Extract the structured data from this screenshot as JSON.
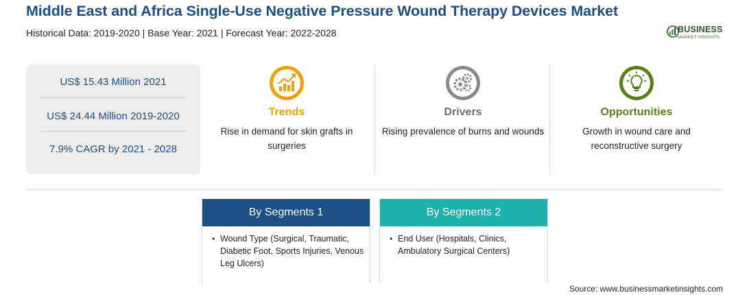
{
  "header": {
    "title": "Middle East and Africa Single-Use Negative Pressure Wound Therapy Devices Market",
    "subtitle": "Historical Data: 2019-2020 | Base Year: 2021 | Forecast Year: 2022-2028"
  },
  "logo": {
    "word": "BUSINESS",
    "sub": "MARKET INSIGHTS",
    "color": "#2a5a2a"
  },
  "stats": [
    "US$ 15.43 Million 2021",
    "US$ 24.44 Million 2019-2020",
    "7.9% CAGR by 2021 - 2028"
  ],
  "features": {
    "trends": {
      "title": "Trends",
      "desc": "Rise in demand for skin grafts in surgeries",
      "icon": "trend-chart-icon",
      "color": "#f1a00a"
    },
    "drivers": {
      "title": "Drivers",
      "desc": "Rising prevalence of burns and wounds",
      "icon": "gears-icon",
      "color": "#6d6d6d"
    },
    "opportunities": {
      "title": "Opportunities",
      "desc": "Growth in wound care and reconstructive surgery",
      "icon": "lightbulb-icon",
      "color": "#5b7f1a"
    }
  },
  "segments": [
    {
      "title": "By Segments 1",
      "bullet": "Wound Type (Surgical, Traumatic, Diabetic Foot, Sports Injuries, Venous Leg Ulcers)",
      "color": "#1c4f84"
    },
    {
      "title": "By Segments 2",
      "bullet": "End User (Hospitals, Clinics, Ambulatory Surgical Centers)",
      "color": "#1fb2ad"
    }
  ],
  "source": "Source: www.businessmarketinsights.com"
}
